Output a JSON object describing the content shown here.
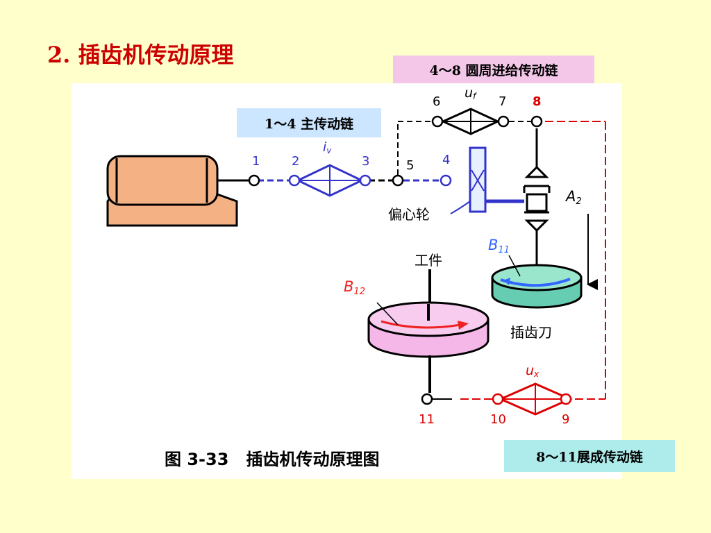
{
  "title": "2. 插齿机传动原理",
  "boxes": {
    "feed_chain": "4～8 圆周进给传动链",
    "main_chain": "1～4 主传动链",
    "gen_chain": "8～11展成传动链"
  },
  "colors": {
    "title": "#CC0000",
    "main_chain": "#3333CC",
    "generating_chain": "#DD0000",
    "box_pink": "#F4C6E8",
    "box_blue": "#CCE6FF",
    "box_cyan": "#AEEBEB",
    "motor": "#F4B183",
    "workpiece": "#F5B7E8",
    "cutter": "#66CCB2"
  },
  "diagram": {
    "nodes": {
      "n1": "1",
      "n2": "2",
      "n3": "3",
      "n4": "4",
      "n5": "5",
      "n6": "6",
      "n7": "7",
      "n8": "8",
      "n9": "9",
      "n10": "10",
      "n11": "11"
    },
    "ratios": {
      "iv": "i",
      "iv_sub": "v",
      "uf": "u",
      "uf_sub": "f",
      "ux": "u",
      "ux_sub": "x"
    },
    "labels": {
      "eccentric": "偏心轮",
      "workpiece": "工件",
      "cutter": "插齿刀",
      "A2": "A",
      "A2_sub": "2",
      "B11": "B",
      "B11_sub": "11",
      "B12": "B",
      "B12_sub": "12"
    },
    "caption": "图 3-33   插齿机传动原理图"
  }
}
